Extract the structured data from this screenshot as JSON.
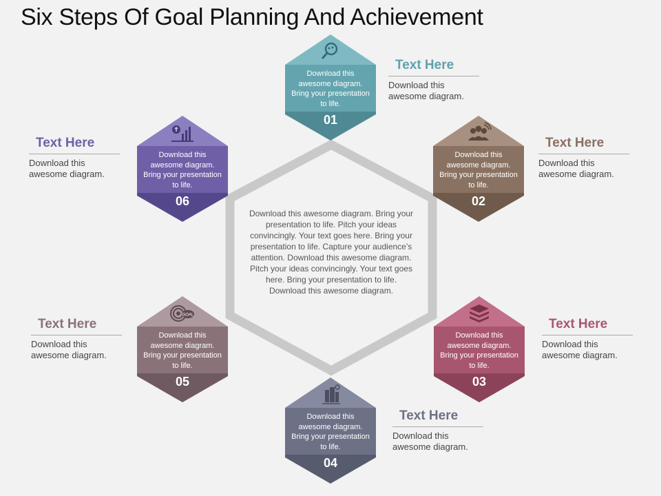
{
  "title": "Six Steps Of Goal Planning And Achievement",
  "center_text": "Download this awesome diagram. Bring your presentation to life. Pitch your ideas convincingly. Your text goes here. Bring your presentation to life. Capture your audience’s attention. Download this awesome diagram. Pitch your ideas convincingly. Your text goes here. Bring your presentation to life. Download this awesome diagram.",
  "steps": [
    {
      "number": "01",
      "text": "Download this awesome diagram. Bring your presentation to life.",
      "icon": "search-icon",
      "color_top": "#7fbac3",
      "color_mid": "#64a4ae",
      "color_bottom": "#4f8a94"
    },
    {
      "number": "02",
      "text": "Download this awesome diagram. Bring your presentation to life.",
      "icon": "team-icon",
      "color_top": "#a89080",
      "color_mid": "#8a7262",
      "color_bottom": "#6f5a4c"
    },
    {
      "number": "03",
      "text": "Download this awesome diagram. Bring your presentation to life.",
      "icon": "layers-icon",
      "color_top": "#c26f89",
      "color_mid": "#a8566f",
      "color_bottom": "#8c4259"
    },
    {
      "number": "04",
      "text": "Download this awesome diagram. Bring your presentation to life.",
      "icon": "buildings-icon",
      "color_top": "#858aa0",
      "color_mid": "#6c7186",
      "color_bottom": "#575b6e"
    },
    {
      "number": "05",
      "text": "Download this awesome diagram. Bring your presentation to life.",
      "icon": "goal-icon",
      "color_top": "#ad9aa0",
      "color_mid": "#8a7378",
      "color_bottom": "#6e5a60"
    },
    {
      "number": "06",
      "text": "Download this awesome diagram. Bring your presentation to life.",
      "icon": "growth-chart-icon",
      "color_top": "#8b7fc0",
      "color_mid": "#6f5fa6",
      "color_bottom": "#55488a"
    }
  ],
  "callouts": [
    {
      "heading": "Text Here",
      "text": "Download this awesome diagram.",
      "color": "#5fa1ad"
    },
    {
      "heading": "Text Here",
      "text": "Download this awesome diagram.",
      "color": "#8a6f62"
    },
    {
      "heading": "Text Here",
      "text": "Download this awesome diagram.",
      "color": "#a8566f"
    },
    {
      "heading": "Text Here",
      "text": "Download this awesome diagram.",
      "color": "#6c7186"
    },
    {
      "heading": "Text Here",
      "text": "Download this awesome diagram.",
      "color": "#8a7378"
    },
    {
      "heading": "Text Here",
      "text": "Download this awesome diagram.",
      "color": "#6f5fa6"
    }
  ]
}
